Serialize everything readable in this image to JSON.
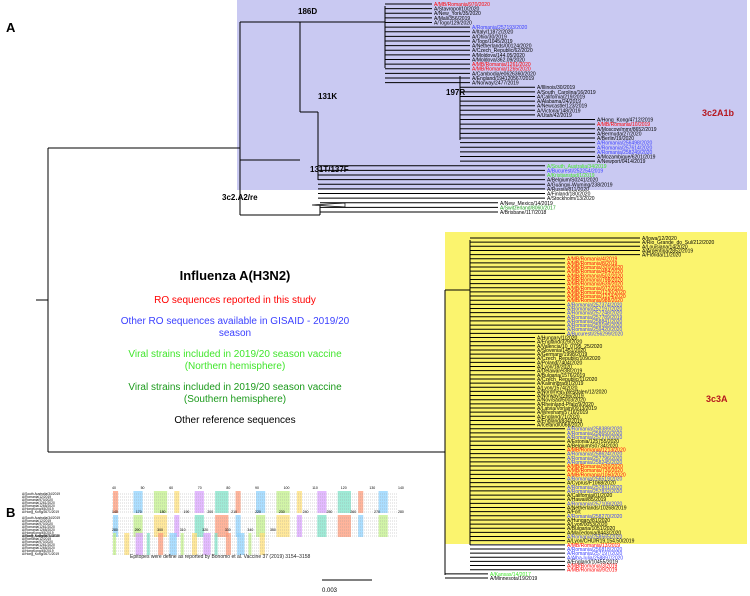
{
  "panels": {
    "a": "A",
    "b": "B"
  },
  "legend": {
    "title": "Influenza A(H3N2)",
    "items": [
      {
        "text": "RO sequences reported in this study",
        "color": "#ff0000"
      },
      {
        "text": "Other RO sequences available in GISAID - 2019/20 season",
        "color": "#3b40ff"
      },
      {
        "text": "Viral strains included in 2019/20 season vaccine (Northern hemisphere)",
        "color": "#41e62c"
      },
      {
        "text": "Viral strains included in 2019/20 season vaccine (Southern hemisphere)",
        "color": "#1b9a1b"
      },
      {
        "text": "Other reference sequences",
        "color": "#000000"
      }
    ]
  },
  "colors": {
    "clade_bg_blue": "#c9c9f2",
    "clade_bg_yellow": "#fbf46e",
    "red": "#ff0000",
    "blue": "#3b40ff",
    "green_nh": "#41e62c",
    "green_sh": "#1b9a1b"
  },
  "clades": {
    "c186D": "186D",
    "c131K": "131K",
    "c197R": "197R",
    "c131T": "131T/137F",
    "c3c2a2": "3c2.A2/re",
    "c3c2a1b": "3c2A1b",
    "c3c3a": "3c3A"
  },
  "tips_top": [
    {
      "text": "A/MB/Romania/970/2020",
      "color": "#ff0000"
    },
    {
      "text": "A/Stavropol/10/2020",
      "color": "#000000"
    },
    {
      "text": "A/New_York/35/2020",
      "color": "#000000"
    },
    {
      "text": "A/Mali/356/2019",
      "color": "#000000"
    },
    {
      "text": "A/Togo/129/2020",
      "color": "#000000"
    },
    {
      "text": "A/Romania/257193/2020",
      "color": "#3b40ff"
    },
    {
      "text": "A/Italy/11872/2020",
      "color": "#000000"
    },
    {
      "text": "A/Ohio/30/2019",
      "color": "#000000"
    },
    {
      "text": "A/Togo/1045/2019",
      "color": "#000000"
    },
    {
      "text": "A/Netherlands/00124/2020",
      "color": "#000000"
    },
    {
      "text": "A/Czech_Republic/62/2020",
      "color": "#000000"
    },
    {
      "text": "A/Moldova/144.05/2020",
      "color": "#000000"
    },
    {
      "text": "A/Moldova/362.09/2020",
      "color": "#000000"
    },
    {
      "text": "A/MB/Romania/1261/2020",
      "color": "#ff0000"
    },
    {
      "text": "A/MB/Romania/1265/2020",
      "color": "#ff0000"
    },
    {
      "text": "A/Cambodia/e0626360/2020",
      "color": "#000000"
    },
    {
      "text": "A/England/194120567/2019",
      "color": "#000000"
    },
    {
      "text": "A/Norway/2477/2019",
      "color": "#000000"
    },
    {
      "text": "A/Illinois/30/2019",
      "color": "#000000"
    },
    {
      "text": "A/South_Carolina/16/2019",
      "color": "#000000"
    },
    {
      "text": "A/California/219/2019",
      "color": "#000000"
    },
    {
      "text": "A/Alabama/24/2019",
      "color": "#000000"
    },
    {
      "text": "A/Newcastle/123/2019",
      "color": "#000000"
    },
    {
      "text": "A/Victoria/148/2019",
      "color": "#000000"
    },
    {
      "text": "A/Utah/42/2019",
      "color": "#000000"
    },
    {
      "text": "A/Hong_Kong/4712/2019",
      "color": "#000000"
    },
    {
      "text": "A/MB/Romania/10/2019",
      "color": "#ff0000"
    },
    {
      "text": "A/Moscow/mmr/8652/2019",
      "color": "#000000"
    },
    {
      "text": "A/Bermuda/27/2020",
      "color": "#000000"
    },
    {
      "text": "A/Berlin/19/2020",
      "color": "#000000"
    },
    {
      "text": "A/Romania/256498/2020",
      "color": "#3b40ff"
    },
    {
      "text": "A/Romania/257614/2020",
      "color": "#3b40ff"
    },
    {
      "text": "A/Romania/258249/2020",
      "color": "#3b40ff"
    },
    {
      "text": "A/Mozambique/6201/2019",
      "color": "#000000"
    },
    {
      "text": "A/Newport/0414/2019",
      "color": "#000000"
    },
    {
      "text": "A/South_Australia/34/2019",
      "color": "#41e62c"
    },
    {
      "text": "A/Bucuresti/252254/2019",
      "color": "#3b40ff"
    },
    {
      "text": "A/Kristianstad/1/2019",
      "color": "#41e62c"
    },
    {
      "text": "A/Belgium/S0241/2020",
      "color": "#000000"
    },
    {
      "text": "A/Guangxi-Wuming/238/2019",
      "color": "#000000"
    },
    {
      "text": "A/Russia/811/2020",
      "color": "#000000"
    },
    {
      "text": "A/Finland/180/2020",
      "color": "#000000"
    },
    {
      "text": "A/Stockholm/13/2020",
      "color": "#000000"
    },
    {
      "text": "A/New_Mexico/14/2019",
      "color": "#000000"
    },
    {
      "text": "A/Switzerland/8060/2017",
      "color": "#1b9a1b"
    },
    {
      "text": "A/Brisbane/117/2018",
      "color": "#000000"
    }
  ],
  "tips_bottom": [
    {
      "text": "A/Iowa/12/2020",
      "color": "#000000"
    },
    {
      "text": "A/Rio_Grande_do_Sul/212/2020",
      "color": "#000000"
    },
    {
      "text": "A/Louisiana/14/2020",
      "color": "#000000"
    },
    {
      "text": "A/Argentina/2852/2019",
      "color": "#000000"
    },
    {
      "text": "A/Florida/11/2020",
      "color": "#000000"
    },
    {
      "text": "A/MB/Romania/4/2019",
      "color": "#ff0000"
    },
    {
      "text": "A/MB/Romania/8/2019",
      "color": "#ff0000"
    },
    {
      "text": "A/MB/Romania/320/2020",
      "color": "#ff0000"
    },
    {
      "text": "A/MB/Romania/484/2020",
      "color": "#ff0000"
    },
    {
      "text": "A/MB/Romania/502/2020",
      "color": "#ff0000"
    },
    {
      "text": "A/MB/Romania/798/2020",
      "color": "#ff0000"
    },
    {
      "text": "A/MB/Romania/639/2020",
      "color": "#ff0000"
    },
    {
      "text": "A/MB/Romania/972/2020",
      "color": "#ff0000"
    },
    {
      "text": "A/MB/Romania/1230/2020",
      "color": "#ff0000"
    },
    {
      "text": "A/MB/Romania/1224/2020",
      "color": "#ff0000"
    },
    {
      "text": "A/MB/Romania/988/2020",
      "color": "#ff0000"
    },
    {
      "text": "A/Romania/257374/2020",
      "color": "#3b40ff"
    },
    {
      "text": "A/Romania/257197/2020",
      "color": "#3b40ff"
    },
    {
      "text": "A/Romania/257248/2020",
      "color": "#3b40ff"
    },
    {
      "text": "A/Romania/257789/2019",
      "color": "#3b40ff"
    },
    {
      "text": "A/Romania/258841/2020",
      "color": "#3b40ff"
    },
    {
      "text": "A/Romania/259185/2020",
      "color": "#3b40ff"
    },
    {
      "text": "A/Romania/259420/2020",
      "color": "#3b40ff"
    },
    {
      "text": "A/Bucuresti/256299/2020",
      "color": "#3b40ff"
    },
    {
      "text": "A/Hungary/1/2020",
      "color": "#000000"
    },
    {
      "text": "A/England/329/2020",
      "color": "#000000"
    },
    {
      "text": "A/Valencia/10_0795_25/2020",
      "color": "#000000"
    },
    {
      "text": "A/Slovenia/1451/2020",
      "color": "#000000"
    },
    {
      "text": "A/Germany/1998/2019",
      "color": "#000000"
    },
    {
      "text": "A/Czech_Republic/109/2020",
      "color": "#000000"
    },
    {
      "text": "A/Poland/7404/2020",
      "color": "#000000"
    },
    {
      "text": "A/Lyon/18/2020",
      "color": "#000000"
    },
    {
      "text": "A/Delaware/38/2019",
      "color": "#000000"
    },
    {
      "text": "A/Bulgaria/1576/2019",
      "color": "#000000"
    },
    {
      "text": "A/Czech_Republic/11/2020",
      "color": "#000000"
    },
    {
      "text": "A/Kaliningrad/1/2019",
      "color": "#000000"
    },
    {
      "text": "A/Lyon/1574/2020",
      "color": "#000000"
    },
    {
      "text": "A/Nordrhein-Westfalen/12/2020",
      "color": "#000000"
    },
    {
      "text": "A/Norway/2266/2019",
      "color": "#000000"
    },
    {
      "text": "A/NoviSad/5003/2020",
      "color": "#000000"
    },
    {
      "text": "A/Rheinland-Pfalz/9/2020",
      "color": "#000000"
    },
    {
      "text": "A/Latvia/Vorlain/0913/2019",
      "color": "#000000"
    },
    {
      "text": "A/Wrexham/5716/2019",
      "color": "#000000"
    },
    {
      "text": "A/England/71/2020",
      "color": "#000000"
    },
    {
      "text": "A/England/834/2019",
      "color": "#000000"
    },
    {
      "text": "A/Iceland/0068/2020",
      "color": "#000000"
    },
    {
      "text": "A/Romania/258389/2020",
      "color": "#3b40ff"
    },
    {
      "text": "A/Romania/258650/2020",
      "color": "#3b40ff"
    },
    {
      "text": "A/Romania/257270/2020",
      "color": "#3b40ff"
    },
    {
      "text": "A/Estonia/125755/2020",
      "color": "#000000"
    },
    {
      "text": "A/Belgium/S0734/2020",
      "color": "#000000"
    },
    {
      "text": "A/MB/Romania/1213/2020",
      "color": "#ff0000"
    },
    {
      "text": "A/Romania/258624/2020",
      "color": "#3b40ff"
    },
    {
      "text": "A/Romania/257796/2020",
      "color": "#3b40ff"
    },
    {
      "text": "A/Romania/258245/2020",
      "color": "#3b40ff"
    },
    {
      "text": "A/MB/Romania/330/2020",
      "color": "#ff0000"
    },
    {
      "text": "A/MB/Romania/730/2020",
      "color": "#ff0000"
    },
    {
      "text": "A/MB/Romania/1050/2020",
      "color": "#ff0000"
    },
    {
      "text": "A/Romania/256519/2020",
      "color": "#3b40ff"
    },
    {
      "text": "A/Cyprus/F1068/2020",
      "color": "#000000"
    },
    {
      "text": "A/Romania/257831/2020",
      "color": "#3b40ff"
    },
    {
      "text": "A/Romania/257832/2020",
      "color": "#3b40ff"
    },
    {
      "text": "A/California/01/2020",
      "color": "#000000"
    },
    {
      "text": "A/Hawaii/85/2019",
      "color": "#000000"
    },
    {
      "text": "A/Romania/257109/2020",
      "color": "#3b40ff"
    },
    {
      "text": "A/Netherlands/10268/2019",
      "color": "#000000"
    },
    {
      "text": "A/Fort",
      "color": "#000000"
    },
    {
      "text": "A/Romania/258270/2020",
      "color": "#3b40ff"
    },
    {
      "text": "A/Hungary/81/2020",
      "color": "#000000"
    },
    {
      "text": "A/Lyon/0053/2020",
      "color": "#000000"
    },
    {
      "text": "A/Bulgaria/1051/2020",
      "color": "#000000"
    },
    {
      "text": "A/Macedonia/8443/2020",
      "color": "#000000"
    },
    {
      "text": "A/Romania/258565/2020",
      "color": "#3b40ff"
    },
    {
      "text": "A/Lyon/CHU/R19.154.50/2019",
      "color": "#000000"
    },
    {
      "text": "A/MB/Romania/13/2019",
      "color": "#ff0000"
    },
    {
      "text": "A/Romania/256818/2020",
      "color": "#3b40ff"
    },
    {
      "text": "A/Romania/257197/2020",
      "color": "#3b40ff"
    },
    {
      "text": "A/Alba-Iulia/258897/2020",
      "color": "#3b40ff"
    },
    {
      "text": "A/England/10455/2019",
      "color": "#000000"
    },
    {
      "text": "A/MB/Romania/3/2019",
      "color": "#ff0000"
    },
    {
      "text": "A/MB/Romania/9/2019",
      "color": "#ff0000"
    },
    {
      "text": "A/Kansas/14/2017",
      "color": "#41e62c"
    },
    {
      "text": "A/Minnesota/19/2019",
      "color": "#000000"
    }
  ],
  "scale_label": "0.003",
  "alignment": {
    "sequences": [
      "A/South Australia/34/2019",
      "A/Romania/12/2019",
      "A/Romania/970/2020",
      "A/Romania/1261/2020",
      "A/Romania/1265/2020",
      "A/HongKong/45/2019",
      "A/Hong_Kong/2671/2019"
    ],
    "rulers": [
      [
        "40",
        "50",
        "60",
        "70",
        "80",
        "90",
        "100",
        "110",
        "120",
        "130",
        "140"
      ],
      [
        "140",
        "170",
        "180",
        "190",
        "200",
        "210",
        "220",
        "230",
        "240",
        "250",
        "260",
        "270",
        "280"
      ],
      [
        "280",
        "290",
        "300",
        "310",
        "320",
        "330",
        "340",
        "350"
      ]
    ],
    "caption": "Epitopes were define as reported by Bonomo et al. Vaccine 37 (2019) 3154–3158"
  }
}
